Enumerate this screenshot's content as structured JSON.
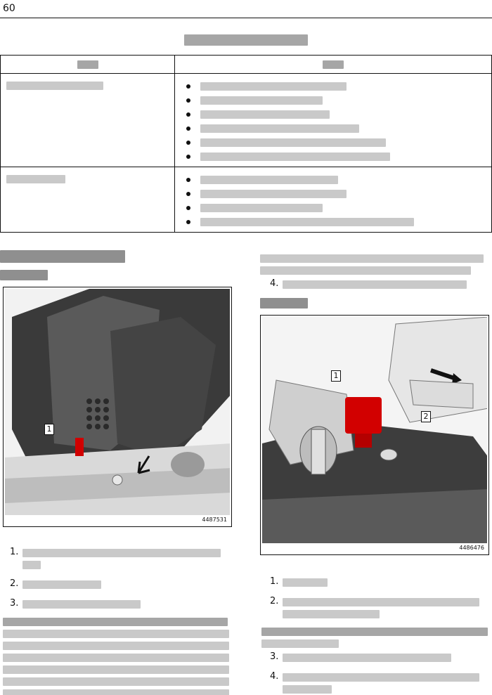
{
  "page_number": "60",
  "removal_step_numbers": [
    "1.",
    "2.",
    "3."
  ],
  "install_step_numbers": [
    "1.",
    "2.",
    "3.",
    "4."
  ],
  "continued_step_number": "4.",
  "figures": {
    "removal": {
      "id": "4487531",
      "callouts": [
        "1"
      ]
    },
    "install": {
      "id": "4486476",
      "callouts": [
        "1",
        "2"
      ]
    }
  }
}
